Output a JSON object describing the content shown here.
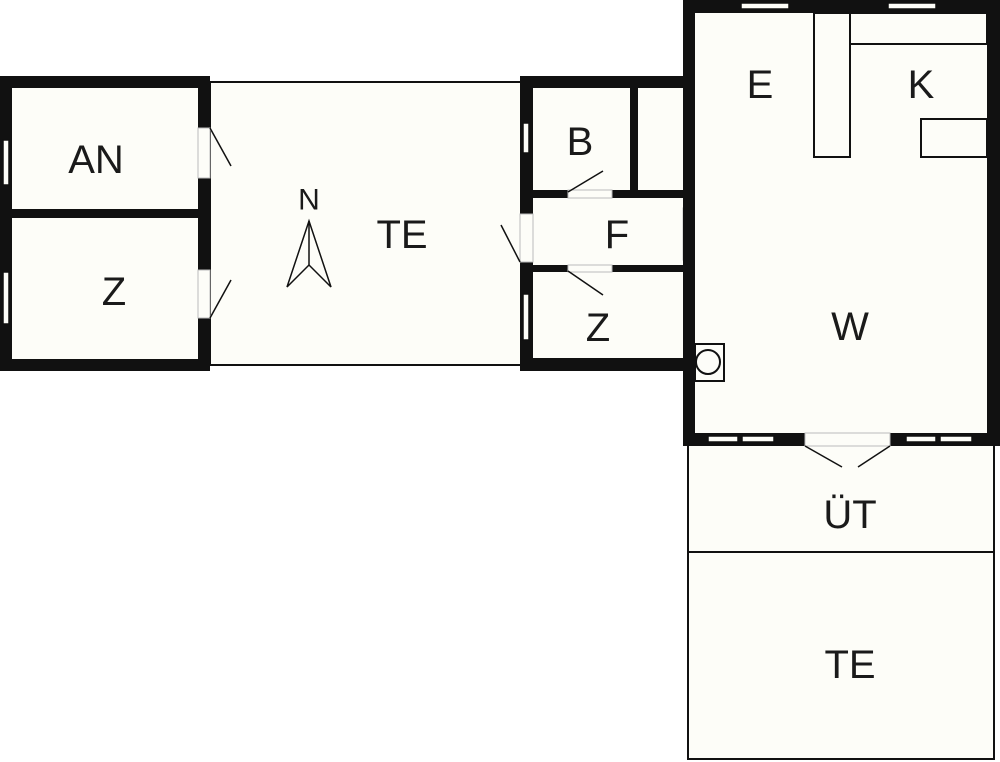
{
  "plan": {
    "rooms": {
      "an": "AN",
      "z_left": "Z",
      "te_middle": "TE",
      "b": "B",
      "f": "F",
      "z_middle": "Z",
      "e": "E",
      "k": "K",
      "w": "W",
      "ut": "ÜT",
      "te_bottom": "TE"
    },
    "north_label": "N",
    "colors": {
      "wall": "#111111",
      "floor": "#fdfdf8"
    }
  }
}
